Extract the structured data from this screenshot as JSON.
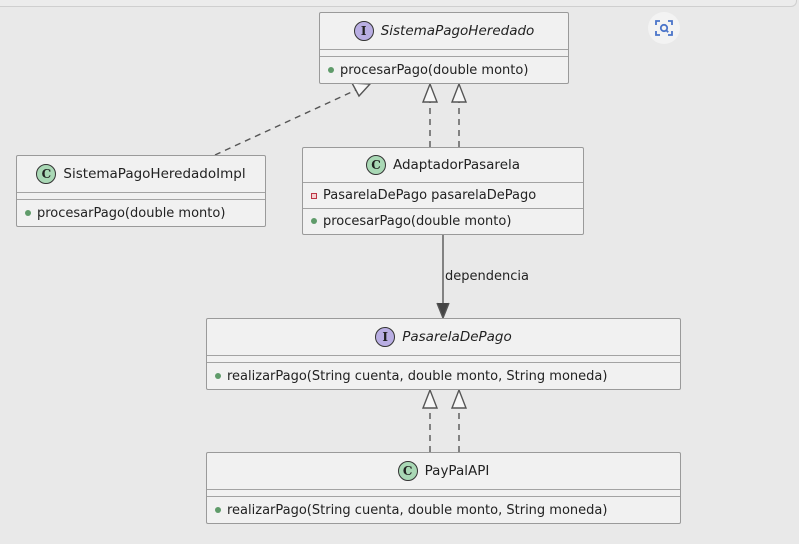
{
  "diagram": {
    "nodes": {
      "sistema_pago_heredado": {
        "kind": "interface",
        "badge": "I",
        "name": "SistemaPagoHeredado",
        "methods": [
          "procesarPago(double monto)"
        ]
      },
      "sistema_pago_heredado_impl": {
        "kind": "class",
        "badge": "C",
        "name": "SistemaPagoHeredadoImpl",
        "methods": [
          "procesarPago(double monto)"
        ]
      },
      "adaptador_pasarela": {
        "kind": "class",
        "badge": "C",
        "name": "AdaptadorPasarela",
        "fields": [
          "PasarelaDePago pasarelaDePago"
        ],
        "methods": [
          "procesarPago(double monto)"
        ]
      },
      "pasarela_de_pago": {
        "kind": "interface",
        "badge": "I",
        "name": "PasarelaDePago",
        "methods": [
          "realizarPago(String cuenta, double monto, String moneda)"
        ]
      },
      "paypal_api": {
        "kind": "class",
        "badge": "C",
        "name": "PayPalAPI",
        "methods": [
          "realizarPago(String cuenta, double monto, String moneda)"
        ]
      }
    },
    "edges": [
      {
        "from": "sistema_pago_heredado_impl",
        "to": "sistema_pago_heredado",
        "type": "realization"
      },
      {
        "from": "adaptador_pasarela",
        "to": "sistema_pago_heredado",
        "type": "realization"
      },
      {
        "from": "adaptador_pasarela",
        "to": "sistema_pago_heredado",
        "type": "realization"
      },
      {
        "from": "adaptador_pasarela",
        "to": "pasarela_de_pago",
        "type": "dependency",
        "label": "dependencia"
      },
      {
        "from": "paypal_api",
        "to": "pasarela_de_pago",
        "type": "realization"
      },
      {
        "from": "paypal_api",
        "to": "pasarela_de_pago",
        "type": "realization"
      }
    ]
  },
  "toolbar": {
    "scan_icon": "scan-icon"
  },
  "colors": {
    "background": "#e9e9e9",
    "box_fill": "#f1f1f1",
    "class_badge": "#a9d8b5",
    "interface_badge": "#b9aee3",
    "public_marker": "#5f9b6a",
    "private_marker": "#b33344"
  }
}
